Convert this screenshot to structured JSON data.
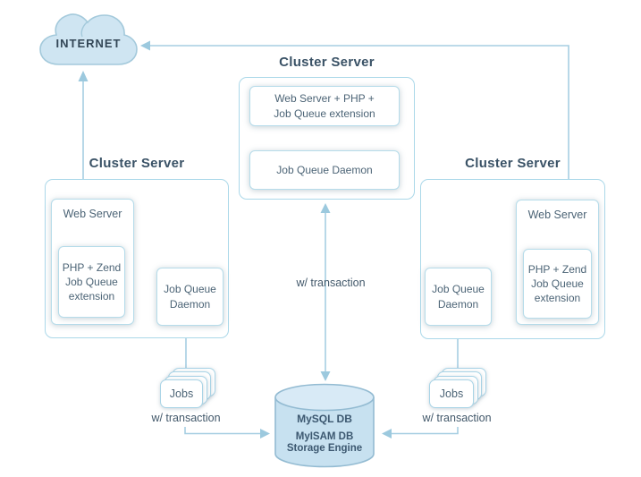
{
  "internet": {
    "label": "INTERNET"
  },
  "clusters": {
    "center": {
      "title": "Cluster Server",
      "web_php": "Web Server + PHP +\nJob Queue extension",
      "daemon": "Job Queue Daemon"
    },
    "left": {
      "title": "Cluster Server",
      "web_server": "Web Server",
      "php_ext": "PHP + Zend\nJob Queue\nextension",
      "daemon": "Job Queue\nDaemon"
    },
    "right": {
      "title": "Cluster Server",
      "web_server": "Web Server",
      "php_ext": "PHP + Zend\nJob Queue\nextension",
      "daemon": "Job Queue\nDaemon"
    }
  },
  "jobs": {
    "left_label": "Jobs",
    "right_label": "Jobs"
  },
  "transaction_labels": {
    "center": "w/ transaction",
    "left": "w/ transaction",
    "right": "w/ transaction"
  },
  "database": {
    "name": "MySQL DB",
    "engine": "MyISAM DB\nStorage Engine"
  },
  "connections": [
    {
      "from": "internet",
      "to": "left-web-server",
      "style": "double-arrow"
    },
    {
      "from": "internet",
      "to": "right-web-server",
      "style": "double-arrow"
    },
    {
      "from": "center-daemon",
      "to": "mysql-db",
      "style": "double-arrow",
      "label": "w/ transaction"
    },
    {
      "from": "left-php-extension",
      "to": "left-daemon",
      "style": "double-arrow"
    },
    {
      "from": "right-php-extension",
      "to": "right-daemon",
      "style": "double-arrow"
    },
    {
      "from": "center-web-php",
      "to": "center-daemon",
      "style": "double-arrow"
    },
    {
      "from": "left-jobs",
      "to": "left-daemon",
      "style": "arrow-up"
    },
    {
      "from": "right-jobs",
      "to": "right-daemon",
      "style": "arrow-up"
    },
    {
      "from": "left-jobs",
      "to": "mysql-db",
      "style": "arrow",
      "label": "w/ transaction"
    },
    {
      "from": "right-jobs",
      "to": "mysql-db",
      "style": "arrow",
      "label": "w/ transaction"
    }
  ],
  "colors": {
    "line": "#a6cee2",
    "arrowhead": "#9cc9de",
    "box_border": "#abd8e9",
    "cloud_fill": "#cfe5f2",
    "cylinder_fill": "#c7e1f0",
    "title_text": "#3a5266",
    "body_text": "#4c6476"
  }
}
